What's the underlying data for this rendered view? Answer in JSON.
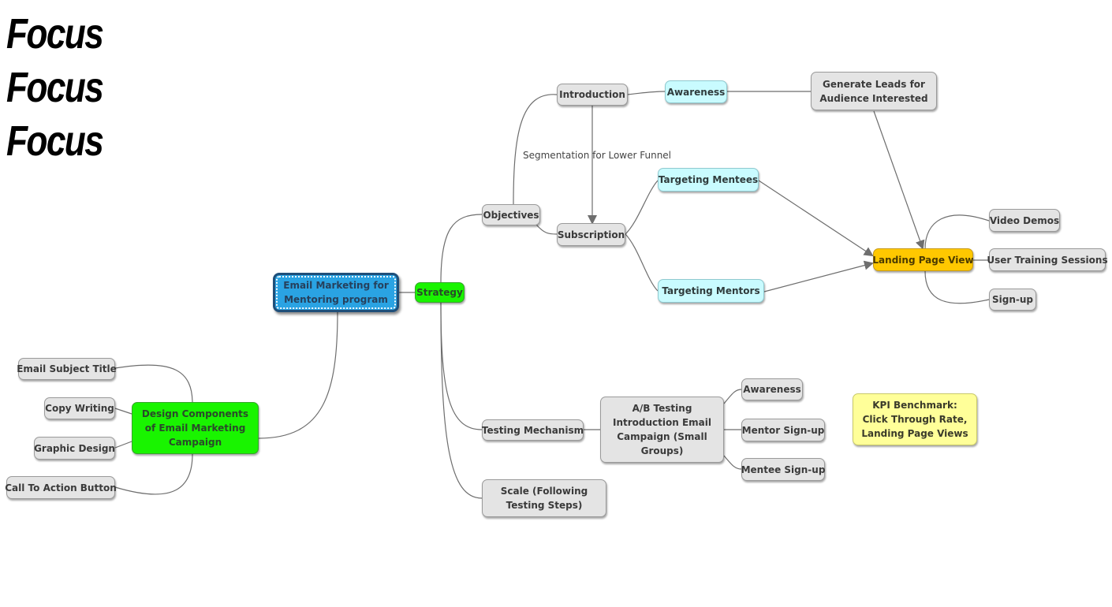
{
  "focus": [
    "Focus",
    "Focus",
    "Focus"
  ],
  "nodes": {
    "root": "Email Marketing for Mentoring program",
    "strategy": "Strategy",
    "objectives": "Objectives",
    "introduction": "Introduction",
    "awareness_top": "Awareness",
    "generate_leads": "Generate Leads for Audience Interested",
    "subscription": "Subscription",
    "targeting_mentees": "Targeting Mentees",
    "targeting_mentors": "Targeting Mentors",
    "landing_page_view": "Landing Page View",
    "video_demos": "Video Demos",
    "user_training": "User Training Sessions",
    "sign_up": "Sign-up",
    "testing_mechanism": "Testing Mechanism",
    "ab_testing": "A/B Testing Introduction Email Campaign (Small Groups)",
    "awareness_ab": "Awareness",
    "mentor_signup": "Mentor Sign-up",
    "mentee_signup": "Mentee Sign-up",
    "scale": "Scale (Following Testing Steps)",
    "kpi": "KPI Benchmark: Click Through Rate, Landing Page Views",
    "design_components": "Design Components of Email Marketing Campaign",
    "email_subject": "Email Subject Title",
    "copy_writing": "Copy Writing",
    "graphic_design": "Graphic Design",
    "cta_button": "Call To Action Button"
  },
  "edge_labels": {
    "segmentation": "Segmentation for Lower Funnel"
  },
  "colors": {
    "root": "#2aa3e3",
    "branch": "#19f400",
    "topic": "#e4e4e4",
    "audience": "#c9fbff",
    "goal": "#ffc800",
    "note": "#ffff99",
    "connector": "#6e6e6e"
  }
}
